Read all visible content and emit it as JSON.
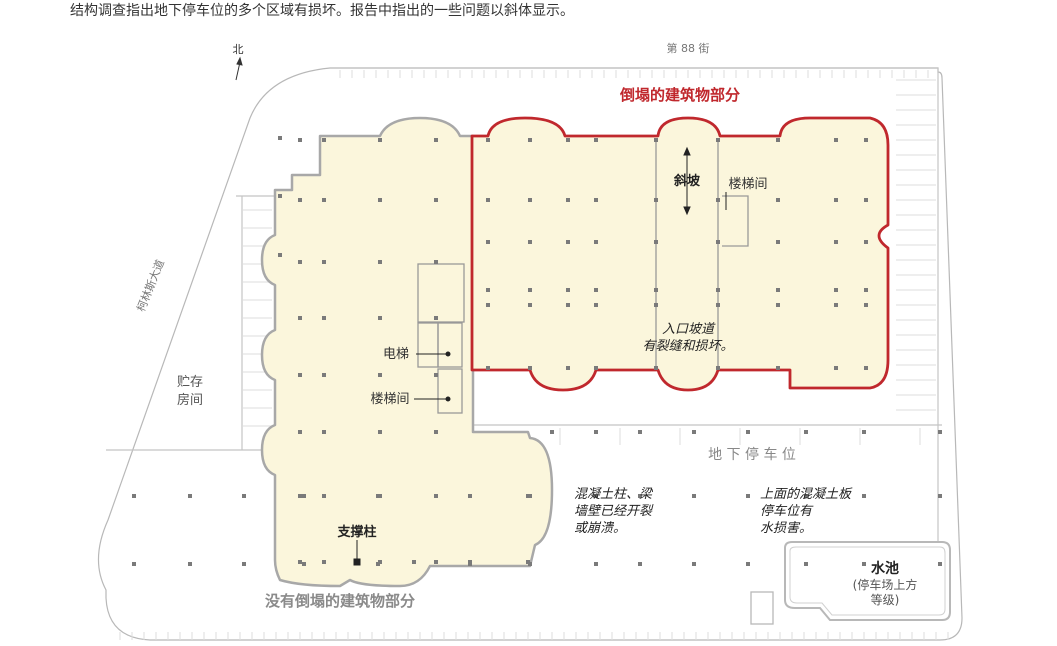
{
  "caption": "结构调查指出地下停车位的多个区域有损坏。报告中指出的一些问题以斜体显示。",
  "labels": {
    "north": "北",
    "street_88": "第 88 街",
    "collins_ave": "柯林斯大道",
    "collapsed": "倒塌的建筑物部分",
    "not_collapsed": "没有倒塌的建筑物部分",
    "ramp": "斜坡",
    "stair_1": "楼梯间",
    "stair_2": "楼梯间",
    "elevator": "电梯",
    "storage_1": "贮存",
    "storage_2": "房间",
    "column": "支撑柱",
    "garage": "地 下 停 车 位",
    "pool": "水池",
    "pool_sub_1": "(停车场上方",
    "pool_sub_2": "等级)"
  },
  "notes": {
    "entrance_1": "入口坡道",
    "entrance_2": "有裂缝和损坏。",
    "concrete_1": "混凝土柱、梁",
    "concrete_2": "墙壁已经开裂",
    "concrete_3": "或崩溃。",
    "slab_1": "上面的混凝土板",
    "slab_2": "停车位有",
    "slab_3": "水损害。"
  },
  "colors": {
    "collapsed_outline": "#c0282d",
    "building_fill": "#fbf6dc",
    "building_outline": "#a8a8a8",
    "site_outline": "#b8b8b8",
    "column": "#7a7a7a",
    "parking_line": "#dedede"
  }
}
